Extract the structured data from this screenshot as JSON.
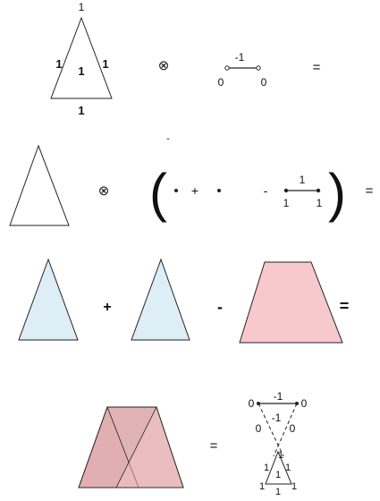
{
  "colors": {
    "stroke": "#222222",
    "blue_fill": "#deeef7",
    "pink_fill": "#f7c9cc",
    "pink_overlap": "#e3a8ac",
    "overlay_fill": "#e0b3b5"
  },
  "row1": {
    "apex": "1",
    "left_edge": "1",
    "right_edge": "1",
    "center": "1",
    "bottom_edge": "1",
    "tensor": "⊗",
    "seg_weight": "-1",
    "seg_left": "0",
    "seg_right": "0",
    "equals": "="
  },
  "row2": {
    "tensor": "⊗",
    "paren_open": "(",
    "plus": "+",
    "minus": "-",
    "seg_weight": "1",
    "seg_left": "1",
    "seg_right": "1",
    "paren_close": ")",
    "equals": "=",
    "mark": "ˇ"
  },
  "row3": {
    "plus": "+",
    "minus": "-",
    "equals": "="
  },
  "row4": {
    "equals": "=",
    "top_left": "0",
    "top_mid": "-1",
    "top_right": "0",
    "mid_left": "0",
    "mid_mid": "-1",
    "mid_right": "0",
    "t_top": "1",
    "t_left_edge": "1",
    "t_right_edge": "1",
    "t_center": "1",
    "t_bottom_left": "1",
    "t_bottom_mid": "1",
    "t_bottom_right": "1"
  }
}
